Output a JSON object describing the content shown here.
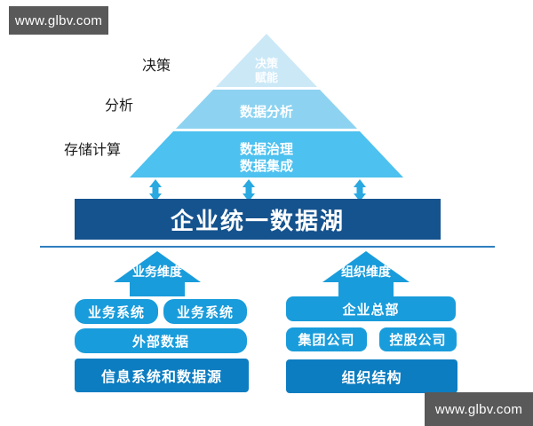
{
  "watermark": {
    "top_left": "www.glbv.com",
    "bottom_right": "www.glbv.com"
  },
  "pyramid": {
    "stage_labels": {
      "decision": "决策",
      "analysis": "分析",
      "storage_compute": "存储计算"
    },
    "levels": {
      "top": {
        "line1": "决策",
        "line2": "赋能",
        "color": "#cbe8f7"
      },
      "middle": {
        "line1": "数据分析",
        "color": "#8dd3f1"
      },
      "bottom": {
        "line1": "数据治理",
        "line2": "数据集成",
        "color": "#4dc1ef"
      }
    }
  },
  "data_lake": {
    "label": "企业统一数据湖",
    "color": "#15538e"
  },
  "dimensions": {
    "business": "业务维度",
    "organization": "组织维度"
  },
  "business_group": {
    "system1": "业务系统",
    "system2": "业务系统",
    "external": "外部数据",
    "foundation": "信息系统和数据源"
  },
  "organization_group": {
    "headquarters": "企业总部",
    "group_company": "集团公司",
    "holding_company": "控股公司",
    "foundation": "组织结构"
  },
  "colors": {
    "pyramid_top": "#cbe8f7",
    "pyramid_middle": "#8dd3f1",
    "pyramid_bottom": "#4dc1ef",
    "box_blue": "#199cdb",
    "box_dark_blue": "#0d7dc1",
    "bar_navy": "#15538e",
    "connector_arrow_blue": "#2aa9e1",
    "divider_blue": "#2e7fc0",
    "watermark_gray": "#595959"
  }
}
